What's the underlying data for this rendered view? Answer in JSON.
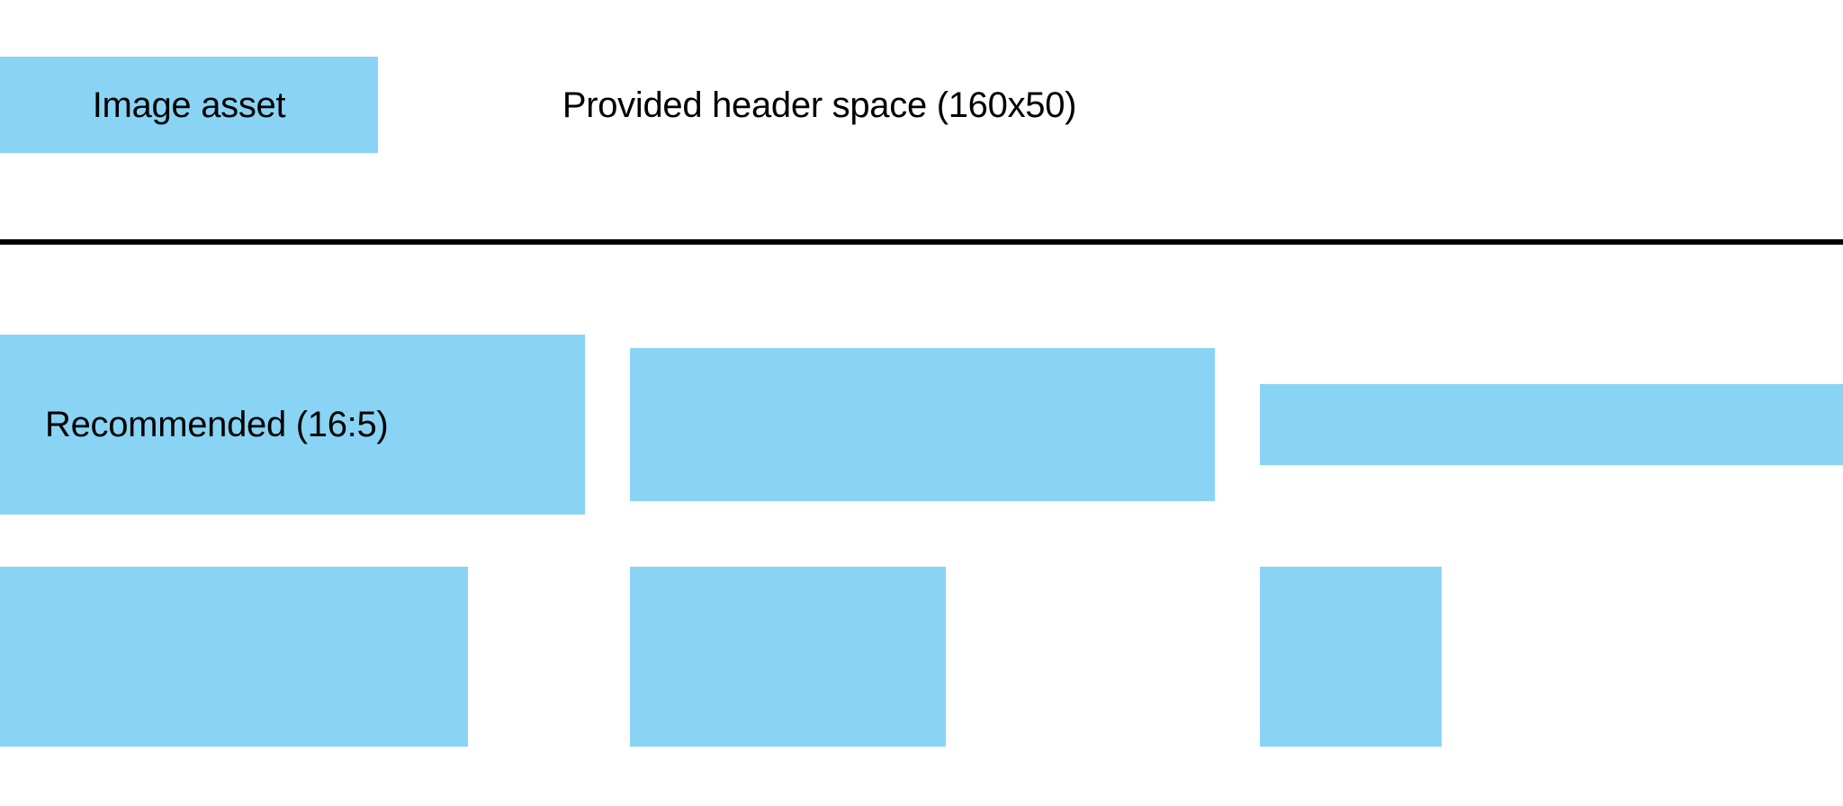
{
  "header": {
    "swatch": {
      "label": "Image asset",
      "color": "#89D4F4"
    },
    "space_box": {
      "label": "Provided header space (160x50)",
      "border_style": "dashed",
      "border_color": "#000000"
    }
  },
  "divider": {
    "color": "#000000"
  },
  "theme": {
    "asset_blue": "#89D4F4",
    "outline_black": "#000000",
    "background": "#ffffff"
  },
  "ratio_grid": {
    "rows": [
      {
        "name": "letterbox-row",
        "fit": "letterbox",
        "cells": [
          {
            "label": "Recommended (16:5)",
            "fill_height_pct": 100,
            "fill_width_pct": 100
          },
          {
            "label": "",
            "fill_height_pct": 85,
            "fill_width_pct": 100
          },
          {
            "label": "",
            "fill_height_pct": 45,
            "fill_width_pct": 100
          }
        ]
      },
      {
        "name": "pillarbox-row",
        "fit": "pillarbox",
        "cells": [
          {
            "label": "",
            "fill_height_pct": 100,
            "fill_width_pct": 80
          },
          {
            "label": "",
            "fill_height_pct": 100,
            "fill_width_pct": 54
          },
          {
            "label": "",
            "fill_height_pct": 100,
            "fill_width_pct": 31
          }
        ]
      }
    ]
  }
}
